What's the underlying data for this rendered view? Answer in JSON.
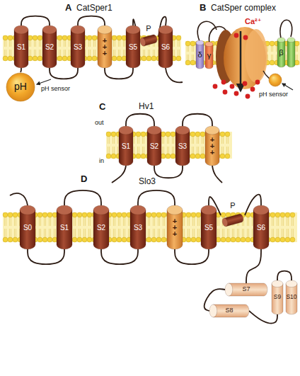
{
  "diagram": {
    "nodes": [
      {
        "text": [
          "S1"
        ]
      },
      {
        "text": [
          "S2"
        ]
      },
      {
        "text": [
          "S3"
        ]
      },
      {
        "text": [
          "+++"
        ]
      },
      {
        "text": [
          "S5"
        ]
      },
      {
        "text": [
          "P"
        ]
      },
      {
        "text": [
          "S6"
        ]
      },
      {
        "text": [
          "pH"
        ]
      },
      {
        "text": [
          "δ"
        ]
      },
      {
        "text": [
          "γ"
        ]
      },
      {
        "text": [
          "β"
        ]
      },
      {
        "text": [
          "S1"
        ]
      },
      {
        "text": [
          "S2"
        ]
      },
      {
        "text": [
          "S3"
        ]
      },
      {
        "text": [
          "+++"
        ]
      },
      {
        "text": [
          "S0"
        ]
      },
      {
        "text": [
          "S1"
        ]
      },
      {
        "text": [
          "S2"
        ]
      },
      {
        "text": [
          "S3"
        ]
      },
      {
        "text": [
          "+++"
        ]
      },
      {
        "text": [
          "S5"
        ]
      },
      {
        "text": [
          "P"
        ]
      },
      {
        "text": [
          "S6"
        ]
      },
      {
        "text": [
          "S7"
        ]
      },
      {
        "text": [
          "S8"
        ]
      },
      {
        "text": [
          "S9"
        ]
      },
      {
        "text": [
          "S10"
        ]
      }
    ],
    "edges": [
      {
        "from": 0,
        "to": 1,
        "arrow": "none"
      },
      {
        "from": 1,
        "to": 2,
        "arrow": "none"
      },
      {
        "from": 2,
        "to": 3,
        "arrow": "none"
      },
      {
        "from": 3,
        "to": 4,
        "arrow": "none"
      },
      {
        "from": 4,
        "to": 5,
        "arrow": "none"
      },
      {
        "from": 5,
        "to": 6,
        "arrow": "none"
      },
      {
        "from": 0,
        "to": 7,
        "arrow": "none"
      },
      {
        "from": 11,
        "to": 12,
        "arrow": "none"
      },
      {
        "from": 12,
        "to": 13,
        "arrow": "none"
      },
      {
        "from": 13,
        "to": 14,
        "arrow": "none"
      },
      {
        "from": 15,
        "to": 16,
        "arrow": "none"
      },
      {
        "from": 16,
        "to": 17,
        "arrow": "none"
      },
      {
        "from": 17,
        "to": 18,
        "arrow": "none"
      },
      {
        "from": 18,
        "to": 19,
        "arrow": "none"
      },
      {
        "from": 19,
        "to": 20,
        "arrow": "none"
      },
      {
        "from": 20,
        "to": 21,
        "arrow": "none"
      },
      {
        "from": 21,
        "to": 22,
        "arrow": "none"
      },
      {
        "from": 22,
        "to": 23,
        "arrow": "none"
      },
      {
        "from": 23,
        "to": 24,
        "arrow": "none"
      },
      {
        "from": 24,
        "to": 25,
        "arrow": "none"
      },
      {
        "from": 25,
        "to": 26,
        "arrow": "none"
      }
    ],
    "labels": [
      "A",
      "CatSper1",
      "pH sensor",
      "B",
      "CatSper complex",
      "Ca²⁺",
      "pH sensor",
      "C",
      "Hv1",
      "out",
      "in",
      "D",
      "Slo3"
    ]
  }
}
